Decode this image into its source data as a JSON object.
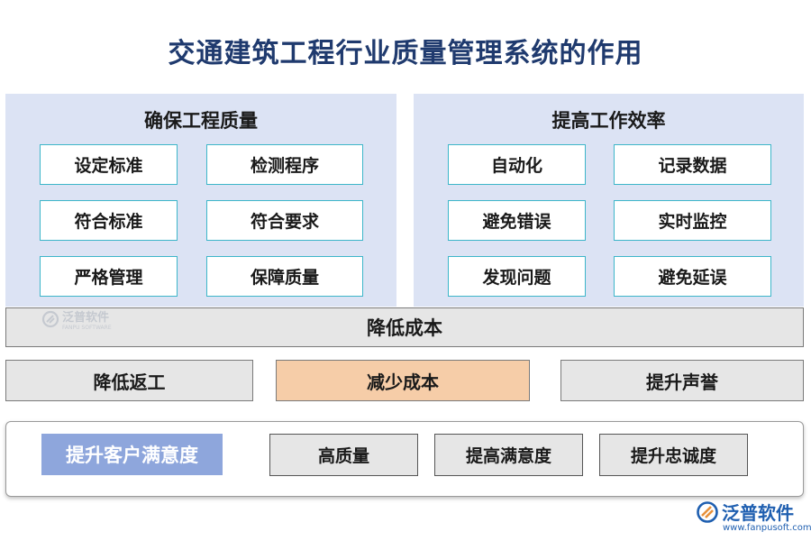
{
  "title": "交通建筑工程行业质量管理系统的作用",
  "left_panel": {
    "heading": "确保工程质量",
    "items": [
      "设定标准",
      "检测程序",
      "符合标准",
      "符合要求",
      "严格管理",
      "保障质量"
    ]
  },
  "right_panel": {
    "heading": "提高工作效率",
    "items": [
      "自动化",
      "记录数据",
      "避免错误",
      "实时监控",
      "发现问题",
      "避免延误"
    ]
  },
  "cost_bar": {
    "label": "降低成本"
  },
  "cost_items": [
    "降低返工",
    "减少成本",
    "提升声誉"
  ],
  "satisfaction": {
    "label": "提升客户满意度",
    "items": [
      "高质量",
      "提高满意度",
      "提升忠诚度"
    ]
  },
  "watermark": {
    "text": "泛普软件",
    "sub": "FANPU SOFTWARE"
  },
  "logo": {
    "text": "泛普软件",
    "url": "www.fanpusoft.com"
  },
  "colors": {
    "title": "#1f3a6e",
    "panel_bg": "#dce3f4",
    "cell_border": "#3db6c9",
    "highlight": "#f6cda8",
    "label_blue": "#8ea6dc"
  }
}
